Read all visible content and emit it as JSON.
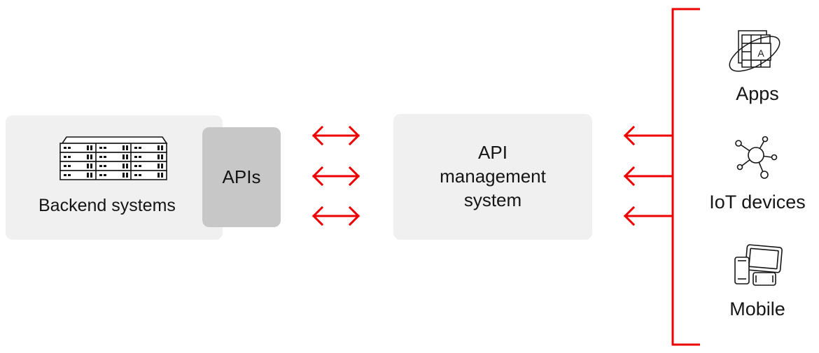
{
  "backend": {
    "label": "Backend systems",
    "icon": "server-rack-icon"
  },
  "apis": {
    "label": "APIs"
  },
  "api_management": {
    "lines": [
      "API",
      "management",
      "system"
    ]
  },
  "clients": [
    {
      "label": "Apps",
      "icon": "apps-icon"
    },
    {
      "label": "IoT devices",
      "icon": "iot-network-icon"
    },
    {
      "label": "Mobile",
      "icon": "mobile-devices-icon"
    }
  ],
  "colors": {
    "accent": "#ee0000",
    "box_light": "#f0f0f0",
    "box_dark": "#c7c7c7",
    "text": "#151515"
  }
}
